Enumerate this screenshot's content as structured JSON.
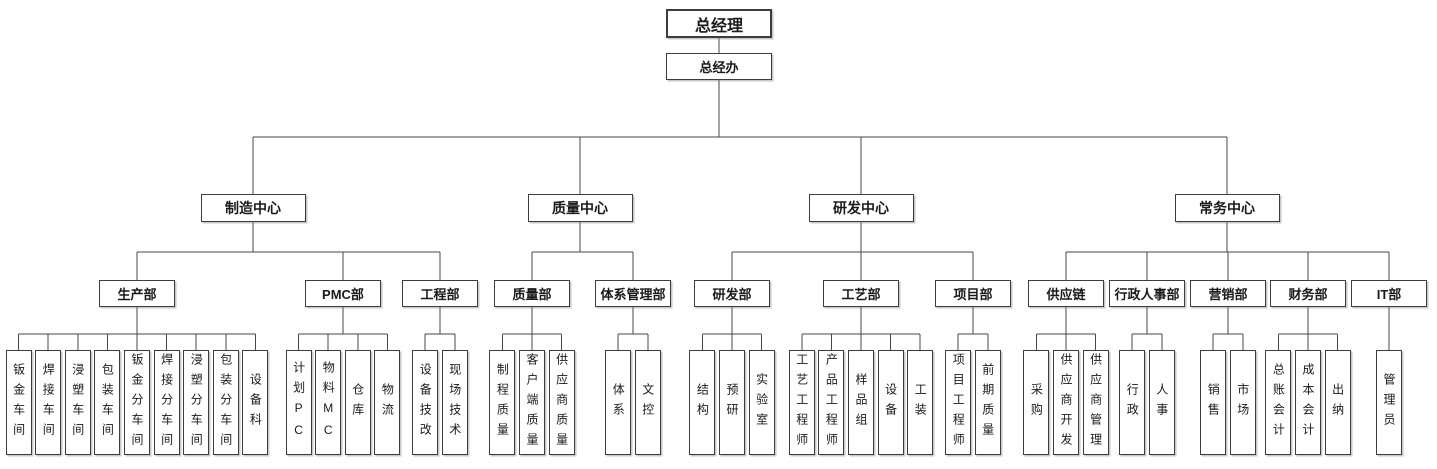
{
  "colors": {
    "background": "#ffffff",
    "line": "#474747",
    "box_border": "#3d3d3d",
    "text": "#1a1a1a"
  },
  "root": {
    "label": "总经理"
  },
  "office": {
    "label": "总经办"
  },
  "centers": [
    {
      "label": "制造中心",
      "departments": [
        {
          "label": "生产部",
          "teams": [
            "钣金车间",
            "焊接车间",
            "浸塑车间",
            "包装车间",
            "钣金分车间",
            "焊接分车间",
            "浸塑分车间",
            "包装分车间",
            "设备科"
          ]
        },
        {
          "label": "PMC部",
          "teams": [
            "计划PC",
            "物料MC",
            "仓库",
            "物流"
          ]
        },
        {
          "label": "工程部",
          "teams": [
            "设备技改",
            "现场技术"
          ]
        }
      ]
    },
    {
      "label": "质量中心",
      "departments": [
        {
          "label": "质量部",
          "teams": [
            "制程质量",
            "客户端质量",
            "供应商质量"
          ]
        },
        {
          "label": "体系管理部",
          "teams": [
            "体系",
            "文控"
          ]
        }
      ]
    },
    {
      "label": "研发中心",
      "departments": [
        {
          "label": "研发部",
          "teams": [
            "结构",
            "预研",
            "实验室"
          ]
        },
        {
          "label": "工艺部",
          "teams": [
            "工艺工程师",
            "产品工程师",
            "样品组",
            "设备",
            "工装"
          ]
        },
        {
          "label": "项目部",
          "teams": [
            "项目工程师",
            "前期质量"
          ]
        }
      ]
    },
    {
      "label": "常务中心",
      "departments": [
        {
          "label": "供应链",
          "teams": [
            "采购",
            "供应商开发",
            "供应商管理"
          ]
        },
        {
          "label": "行政人事部",
          "teams": [
            "行政",
            "人事"
          ]
        },
        {
          "label": "营销部",
          "teams": [
            "销售",
            "市场"
          ]
        },
        {
          "label": "财务部",
          "teams": [
            "总账会计",
            "成本会计",
            "出纳"
          ]
        },
        {
          "label": "IT部",
          "teams": [
            "管理员"
          ]
        }
      ]
    }
  ]
}
